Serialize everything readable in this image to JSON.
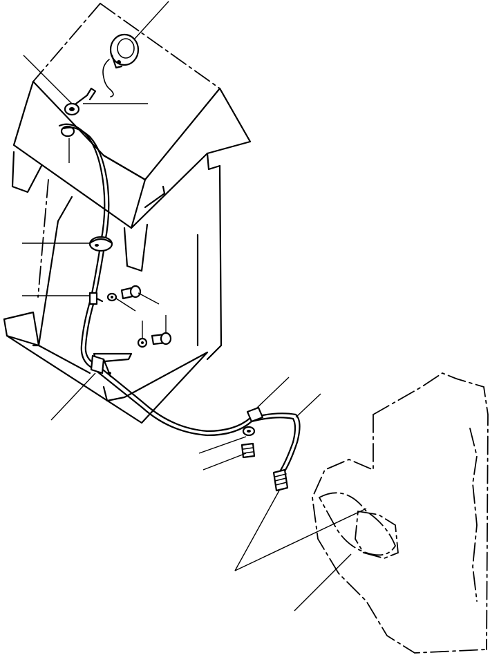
{
  "diagram": {
    "components": [
      "instrument-panel-housing",
      "gauge",
      "wiring-harness",
      "grommet",
      "clip",
      "bracket",
      "bolt",
      "washer",
      "sensor-connector",
      "transmission-housing"
    ],
    "callout_count": 13,
    "line_color": "#000000",
    "background": "#ffffff"
  }
}
